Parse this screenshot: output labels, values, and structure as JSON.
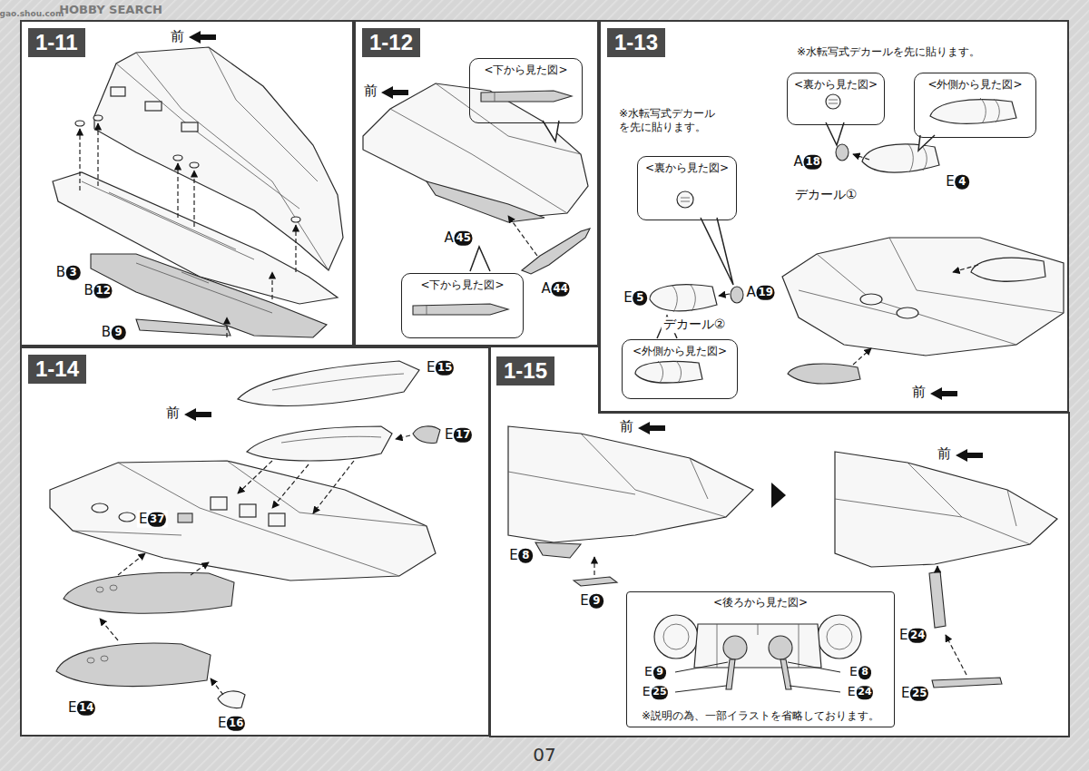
{
  "diagram": {
    "nodes": [
      {
        "text": [
          "1-11"
        ]
      },
      {
        "text": [
          "1-12"
        ]
      },
      {
        "text": [
          "<下から見た図>"
        ],
        "in": 1
      },
      {
        "text": [
          "<下から見た図>"
        ],
        "in": 1
      },
      {
        "text": [
          "1-13"
        ]
      },
      {
        "text": [
          "<裏から見た図>"
        ],
        "in": 4
      },
      {
        "text": [
          "<外側から見た図>"
        ],
        "in": 4
      },
      {
        "text": [
          "<裏から見た図>"
        ],
        "in": 4
      },
      {
        "text": [
          "<外側から見た図>"
        ],
        "in": 4
      },
      {
        "text": [
          "1-14"
        ]
      },
      {
        "text": [
          "1-15"
        ]
      },
      {
        "text": [
          "<後ろから見た図>",
          "※説明の為、一部イラストを省略しております。"
        ],
        "in": 10
      }
    ],
    "labels": [
      "gao.shou.com",
      "HOBBY SEARCH",
      "前",
      "B3",
      "B12",
      "B9",
      "前",
      "A44",
      "A45",
      "※水転写式デカール を先に貼ります。",
      "E5",
      "A19",
      "デカール②",
      "※水転写式デカールを先に貼ります。",
      "A18",
      "デカール①",
      "E4",
      "前",
      "前",
      "E15",
      "E17",
      "E37",
      "E14",
      "E16",
      "前",
      "E8",
      "E9",
      "前",
      "E24",
      "E25",
      "E9",
      "E25",
      "E8",
      "E24",
      "07"
    ]
  }
}
